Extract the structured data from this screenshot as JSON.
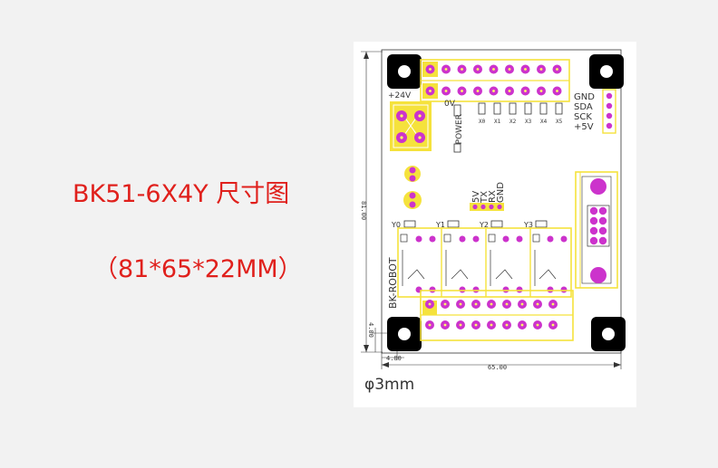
{
  "caption": {
    "title": "BK51-6X4Y 尺寸图",
    "size": "（81*65*22MM）"
  },
  "board": {
    "label_24v": "+24V",
    "label_0v": "0V",
    "label_power": "POWER",
    "x_labels": [
      "X0",
      "X1",
      "X2",
      "X3",
      "X4",
      "X5"
    ],
    "i2c_labels": [
      "GND",
      "SDA",
      "SCK",
      "+5V"
    ],
    "uart_labels": [
      "5V",
      "TX",
      "RX",
      "GND"
    ],
    "y_labels": [
      "Y0",
      "Y1",
      "Y2",
      "Y3"
    ],
    "brand": "BK-ROBOT",
    "dim_height": "81.00",
    "dim_width": "65.00",
    "dim_offset_x": "4.00",
    "dim_offset_y": "4.00",
    "hole_note": "φ3mm"
  },
  "colors": {
    "pad_magenta": "#cc33cc",
    "silk_yellow": "#f5e23c",
    "caption_red": "#e0201c"
  }
}
